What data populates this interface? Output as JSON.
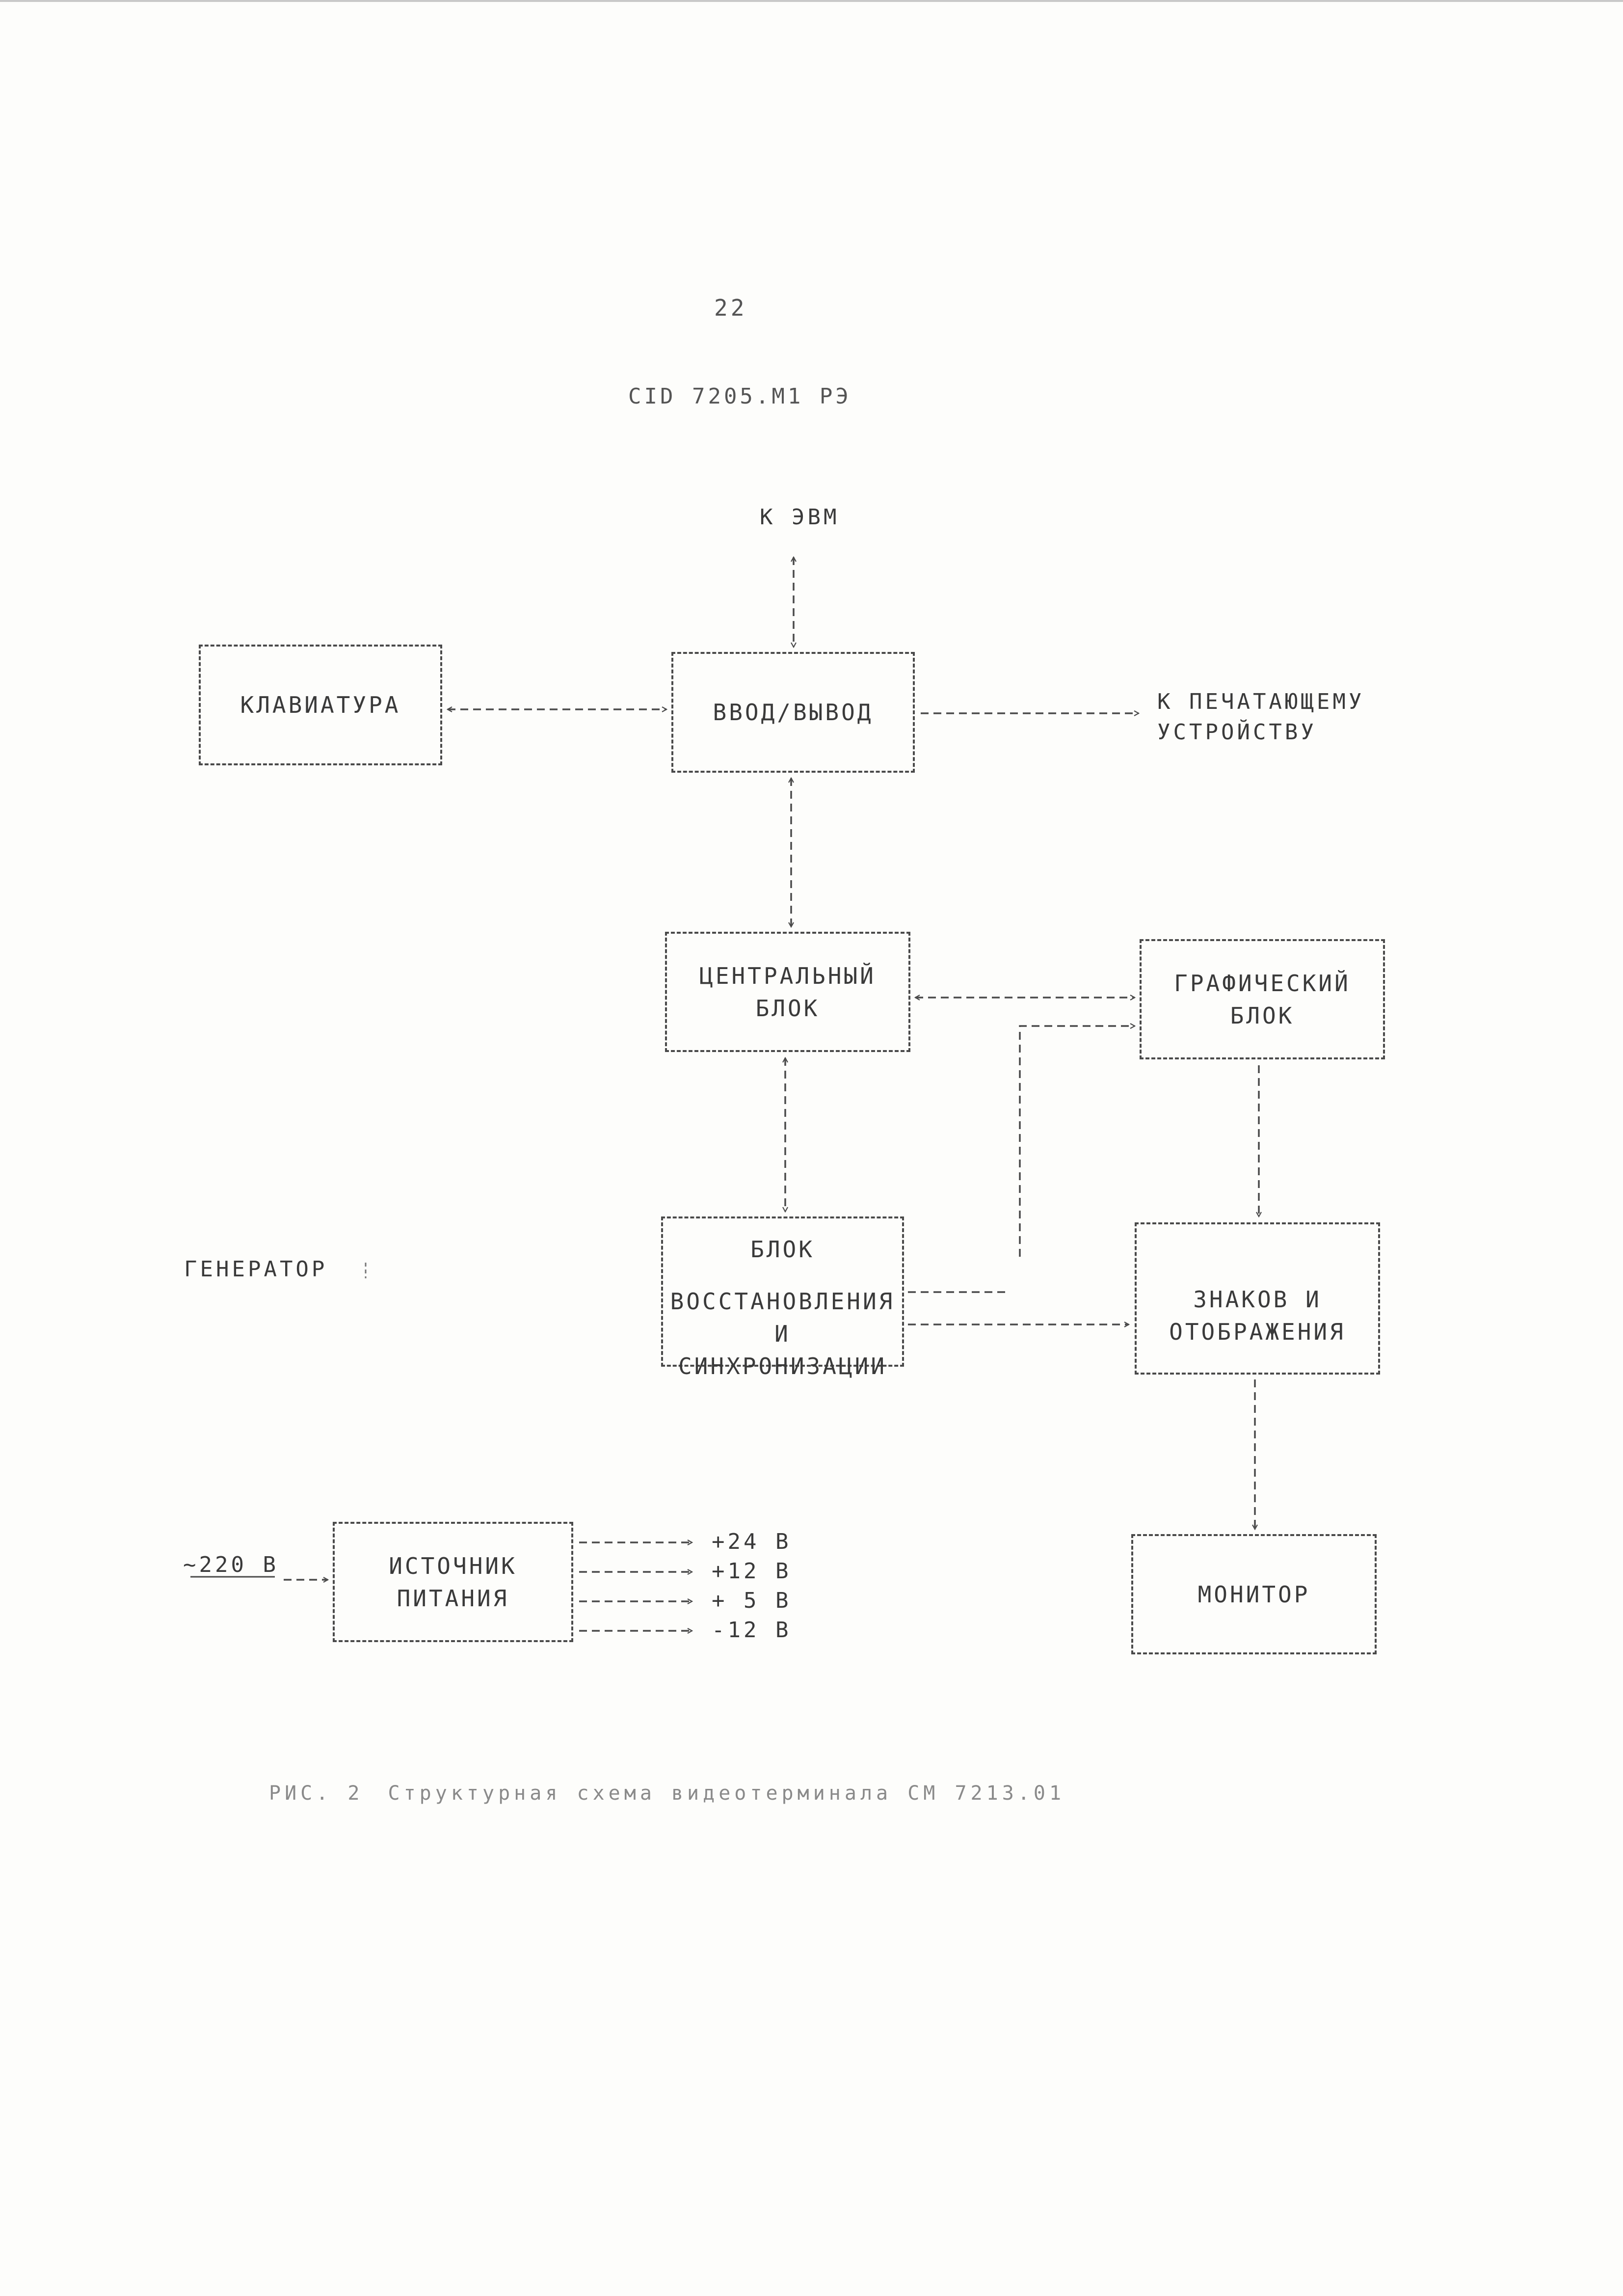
{
  "header": {
    "page_number": "22",
    "doc_code": "CID 7205.M1 РЭ"
  },
  "blocks": {
    "keyboard": "КЛАВИАТУРА",
    "io": "ВВОД/ВЫВОД",
    "central": "ЦЕНТРАЛЬНЫЙ\nБЛОК",
    "graphics": "ГРАФИЧЕСКИЙ\nБЛОК",
    "recovery_title": "БЛОК",
    "recovery_body": "ВОССТАНОВЛЕНИЯ\nИ СИНХРОНИЗАЦИИ",
    "chars": "ЗНАКОВ И\nОТОБРАЖЕНИЯ",
    "power": "ИСТОЧНИК\nПИТАНИЯ",
    "monitor": "МОНИТОР"
  },
  "labels": {
    "computer": "К ЭВМ",
    "printer_line1": "К ПЕЧАТАЮЩЕМУ",
    "printer_line2": "УСТРОЙСТВУ",
    "generator": "ГЕНЕРАТОР",
    "mains": "~220 В"
  },
  "voltages": [
    "+24 В",
    "+12 В",
    "+ 5 В",
    "-12 В"
  ],
  "caption": {
    "figure": "РИС. 2",
    "text": "Структурная схема видеотерминала СМ 7213.01"
  }
}
